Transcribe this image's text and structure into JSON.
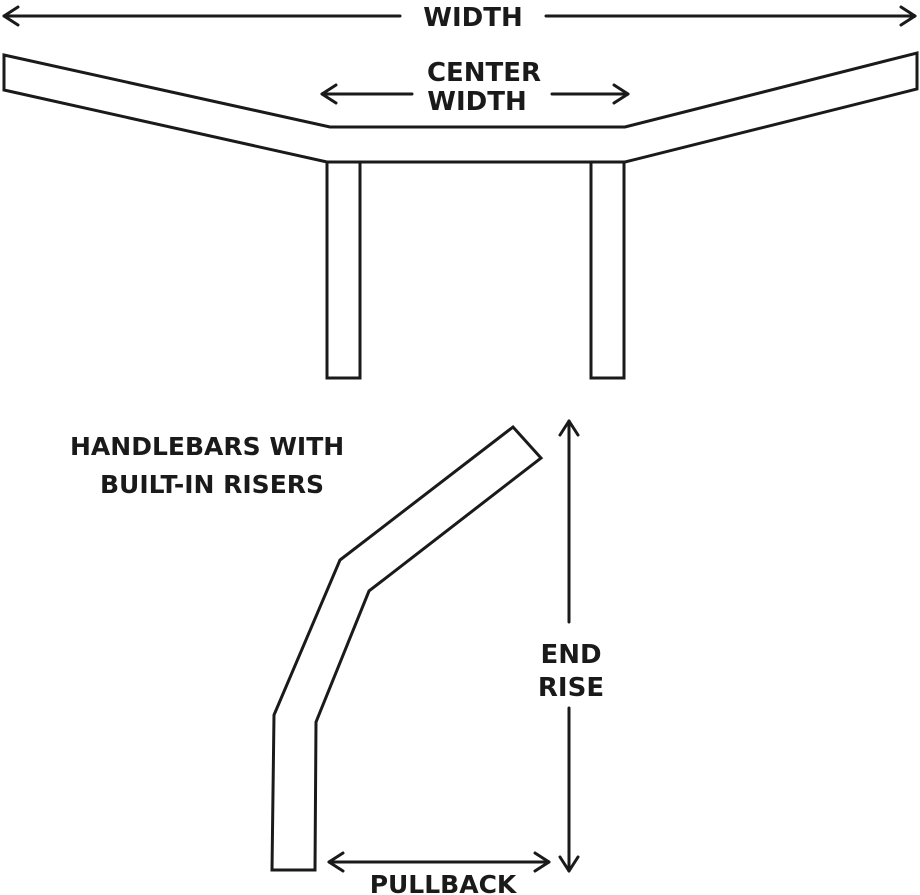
{
  "labels": {
    "width": "WIDTH",
    "center_width_line1": "CENTER",
    "center_width_line2": "WIDTH",
    "caption_line1": "HANDLEBARS WITH",
    "caption_line2": "BUILT-IN RISERS",
    "end_rise_line1": "END",
    "end_rise_line2": "RISE",
    "pullback": "PULLBACK"
  },
  "colors": {
    "ink": "#1a1a1a",
    "background": "#ffffff"
  }
}
